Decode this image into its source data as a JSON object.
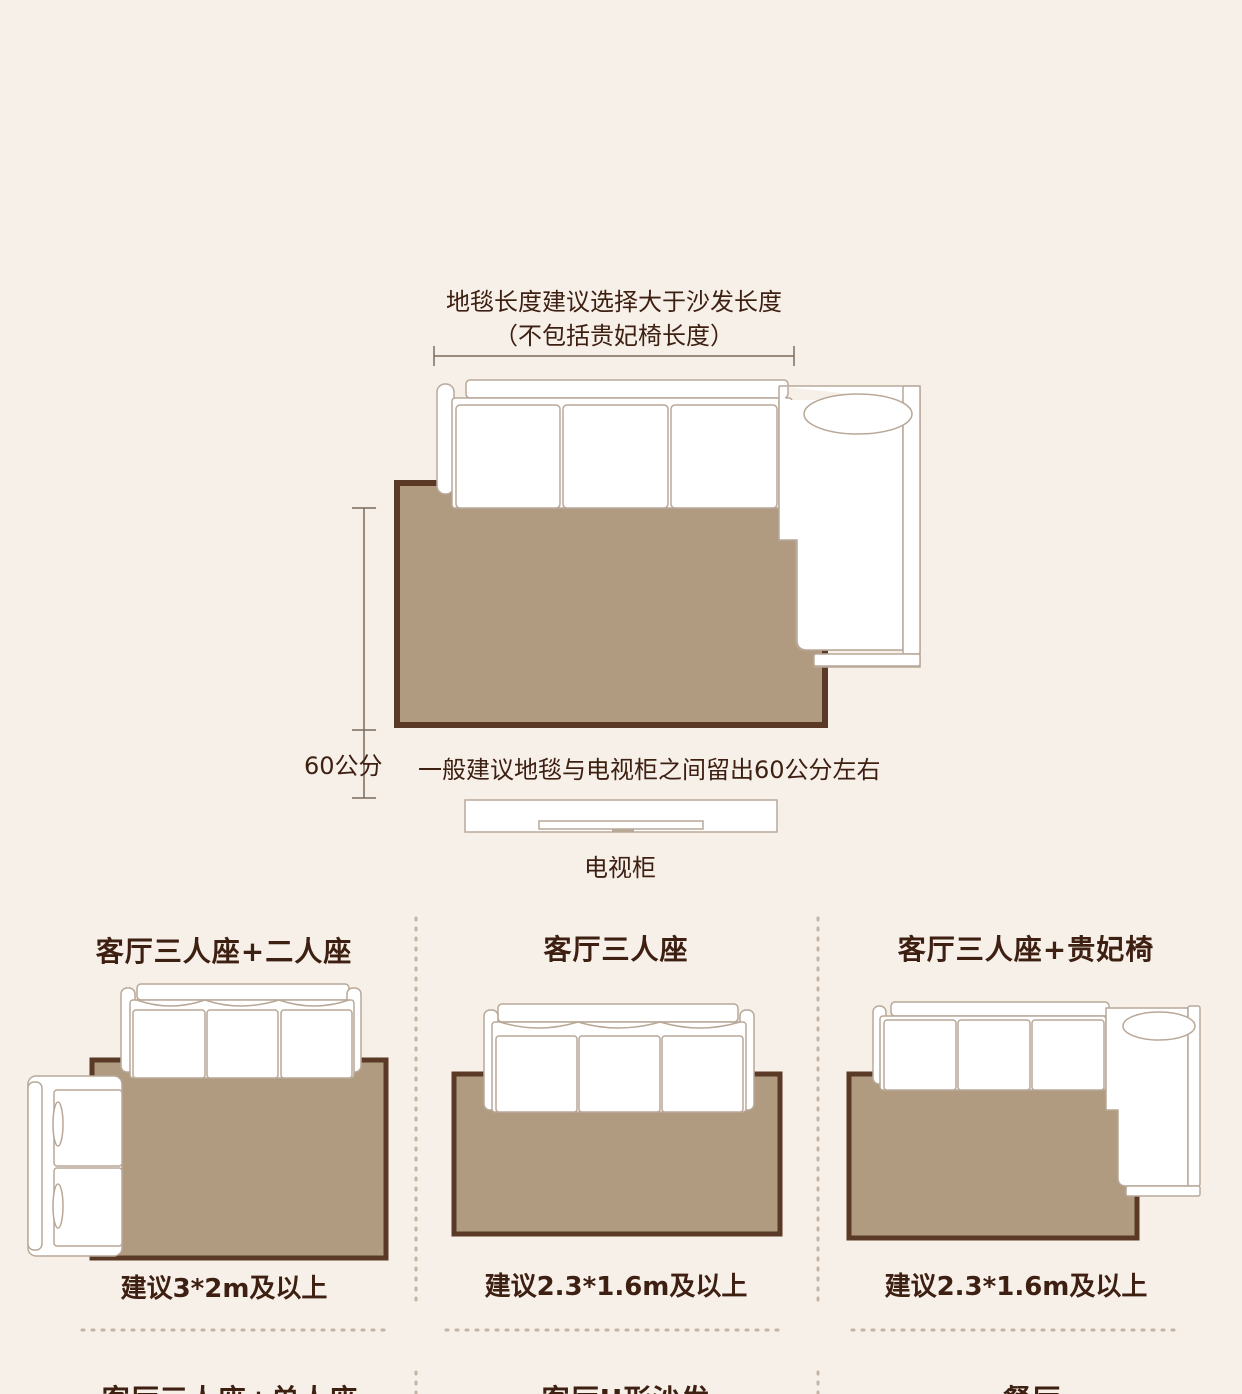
{
  "main_diagram": {
    "length_note_line1": "地毯长度建议选择大于沙发长度",
    "length_note_line2": "（不包括贵妃椅长度）",
    "distance_label": "60公分",
    "distance_note": "一般建议地毯与电视柜之间留出60公分左右",
    "tv_cabinet_label": "电视柜"
  },
  "layouts": [
    {
      "title": "客厅三人座+二人座",
      "suggestion": "建议3*2m及以上"
    },
    {
      "title": "客厅三人座",
      "suggestion": "建议2.3*1.6m及以上"
    },
    {
      "title": "客厅三人座+贵妃椅",
      "suggestion": "建议2.3*1.6m及以上"
    },
    {
      "title": "客厅三人座+单人座"
    },
    {
      "title": "客厅U形沙发"
    },
    {
      "title": "餐厅"
    }
  ],
  "colors": {
    "background": "#f7f0e9",
    "rug_fill": "#b09a80",
    "rug_border": "#5a3a26",
    "sofa_fill": "#ffffff",
    "sofa_stroke": "#b8a898",
    "text": "#3e2012"
  }
}
